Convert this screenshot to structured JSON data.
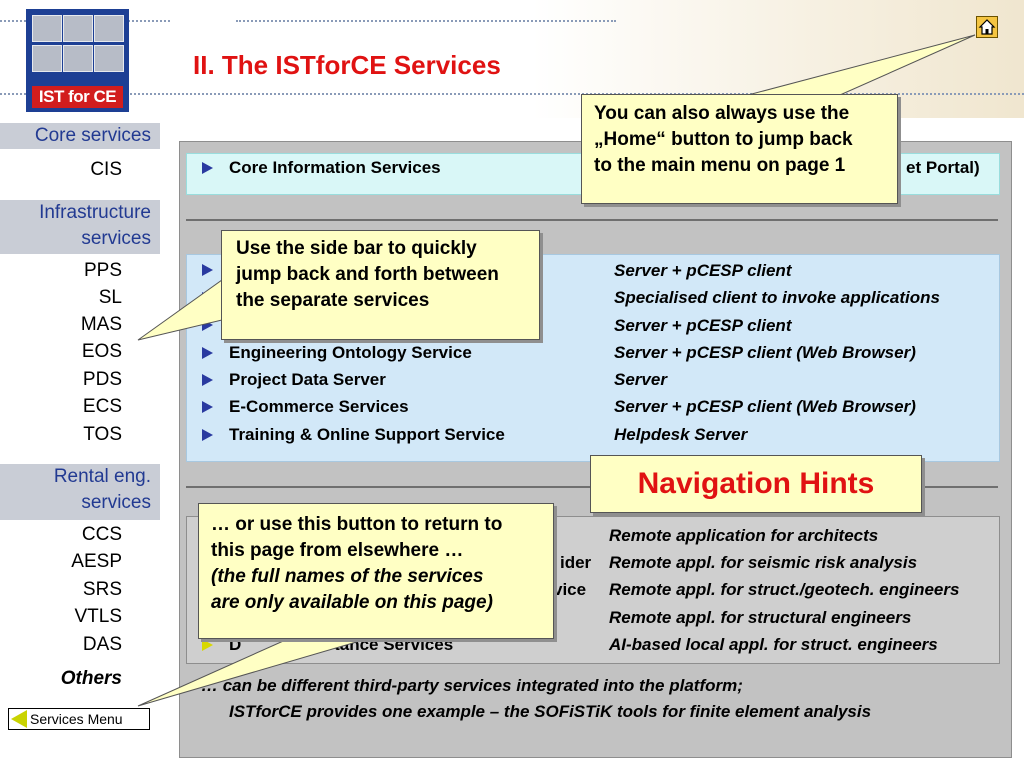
{
  "slide": {
    "title": "II. The ISTforCE Services",
    "logo_text": "IST for CE"
  },
  "sidebar": {
    "core_header": "Core services",
    "core_items": [
      "CIS"
    ],
    "infra_header_1": "Infrastructure",
    "infra_header_2": "services",
    "infra_items": [
      "PPS",
      "SL",
      "MAS",
      "EOS",
      "PDS",
      "ECS",
      "TOS"
    ],
    "rental_header_1": "Rental eng.",
    "rental_header_2": "services",
    "rental_items": [
      "CCS",
      "AESP",
      "SRS",
      "VTLS",
      "DAS"
    ],
    "others": "Others",
    "menu_button": "Services Menu"
  },
  "core": {
    "name": "Core Information Services",
    "desc_visible_end": "et Portal)"
  },
  "infrastructure": [
    {
      "name": "",
      "desc": "Server + pCESP client"
    },
    {
      "name": "",
      "desc": "Specialised client to invoke applications"
    },
    {
      "name": "",
      "desc": "Server + pCESP client"
    },
    {
      "name": "Engineering Ontology Service",
      "desc": "Server + pCESP client (Web Browser)"
    },
    {
      "name": "Project Data Server",
      "desc": "Server"
    },
    {
      "name": "E-Commerce Services",
      "desc": "Server + pCESP client (Web Browser)"
    },
    {
      "name": "Training & Online Support Service",
      "desc": "Helpdesk Server"
    }
  ],
  "rental": [
    {
      "name_fragment": "",
      "desc": "Remote application for architects"
    },
    {
      "name_fragment": "ider",
      "desc": "Remote appl. for seismic risk analysis"
    },
    {
      "name_fragment": "vice",
      "desc": "Remote appl. for struct./geotech. engineers"
    },
    {
      "name_fragment": "",
      "desc": "Remote appl. for structural engineers"
    },
    {
      "name_fragment": "D",
      "name_fragment_2": "ssistance Services",
      "desc": "AI-based local appl. for struct. engineers"
    }
  ],
  "others_text": {
    "line1": "…  can be different third-party services integrated into the platform;",
    "line2": "ISTforCE provides one example – the SOFiSTiK tools for finite element analysis"
  },
  "callouts": {
    "home": [
      "You can also always use the",
      "„Home“ button to jump back",
      "to the main menu on page 1"
    ],
    "sidebar": [
      "Use the side bar to quickly",
      "jump back and forth between",
      "the separate services"
    ],
    "menu": [
      "… or use this button to return to",
      "this page from elsewhere …",
      "(the full names of the services",
      "are only available on this page)"
    ],
    "nav_hints": "Navigation Hints"
  },
  "icons": {
    "home": "home-icon",
    "menu": "triangle-left-icon"
  },
  "colors": {
    "title_red": "#e01212",
    "sidebar_blue": "#223a92",
    "sidebar_grey": "#c9cdd6",
    "callout_yellow": "#ffffc4",
    "logo_blue": "#1d3f94"
  }
}
